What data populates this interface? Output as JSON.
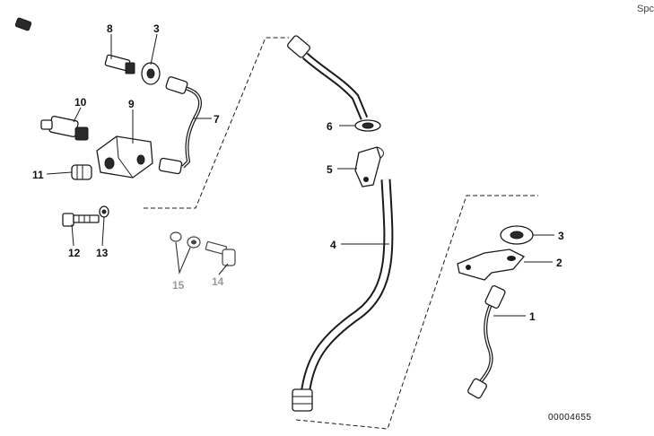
{
  "header": {
    "corner_text": "Spc"
  },
  "footer": {
    "doc_number": "00004655"
  },
  "callouts": {
    "c1": "1",
    "c2": "2",
    "c3a": "3",
    "c3b": "3",
    "c4": "4",
    "c5": "5",
    "c6": "6",
    "c7": "7",
    "c8": "8",
    "c9": "9",
    "c10": "10",
    "c11": "11",
    "c12": "12",
    "c13": "13",
    "c14": "14",
    "c15": "15"
  }
}
